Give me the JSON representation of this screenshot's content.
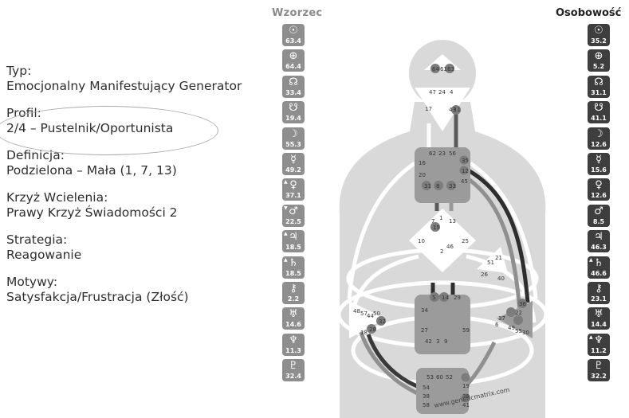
{
  "header": {
    "design_title": "Wzorzec",
    "personality_title": "Osobowość"
  },
  "info": [
    {
      "label": "Typ:",
      "value": "Emocjonalny Manifestujący Generator"
    },
    {
      "label": "Profil:",
      "value": "2/4 – Pustelnik/Oportunista"
    },
    {
      "label": "Definicja:",
      "value": "Podzielona – Mała (1, 7, 13)"
    },
    {
      "label": "Krzyż Wcielenia:",
      "value": "Prawy Krzyż Świadomości 2"
    },
    {
      "label": "Strategia:",
      "value": "Reagowanie"
    },
    {
      "label": "Motywy:",
      "value": "Satysfakcja/Frustracja (Złość)"
    }
  ],
  "design_planets": [
    {
      "planet": "sun",
      "symbol": "☉",
      "value": "63.4",
      "mark": ""
    },
    {
      "planet": "earth",
      "symbol": "⊕",
      "value": "64.4",
      "mark": ""
    },
    {
      "planet": "north-node",
      "symbol": "☊",
      "value": "33.4",
      "mark": ""
    },
    {
      "planet": "south-node",
      "symbol": "☋",
      "value": "19.4",
      "mark": ""
    },
    {
      "planet": "moon",
      "symbol": "☽",
      "value": "55.3",
      "mark": ""
    },
    {
      "planet": "mercury",
      "symbol": "☿",
      "value": "49.2",
      "mark": ""
    },
    {
      "planet": "venus",
      "symbol": "♀",
      "value": "37.1",
      "mark": "▲"
    },
    {
      "planet": "mars",
      "symbol": "♂",
      "value": "22.5",
      "mark": "▼"
    },
    {
      "planet": "jupiter",
      "symbol": "♃",
      "value": "18.5",
      "mark": "▲"
    },
    {
      "planet": "saturn",
      "symbol": "♄",
      "value": "18.5",
      "mark": "▲"
    },
    {
      "planet": "chiron",
      "symbol": "⚷",
      "value": "2.2",
      "mark": ""
    },
    {
      "planet": "uranus",
      "symbol": "♅",
      "value": "14.6",
      "mark": ""
    },
    {
      "planet": "neptune",
      "symbol": "♆",
      "value": "11.3",
      "mark": ""
    },
    {
      "planet": "pluto",
      "symbol": "♇",
      "value": "32.4",
      "mark": ""
    }
  ],
  "personality_planets": [
    {
      "planet": "sun",
      "symbol": "☉",
      "value": "35.2",
      "mark": ""
    },
    {
      "planet": "earth",
      "symbol": "⊕",
      "value": "5.2",
      "mark": ""
    },
    {
      "planet": "north-node",
      "symbol": "☊",
      "value": "31.1",
      "mark": ""
    },
    {
      "planet": "south-node",
      "symbol": "☋",
      "value": "41.1",
      "mark": ""
    },
    {
      "planet": "moon",
      "symbol": "☽",
      "value": "12.6",
      "mark": ""
    },
    {
      "planet": "mercury",
      "symbol": "☿",
      "value": "15.6",
      "mark": ""
    },
    {
      "planet": "venus",
      "symbol": "♀",
      "value": "12.6",
      "mark": ""
    },
    {
      "planet": "mars",
      "symbol": "♂",
      "value": "8.5",
      "mark": ""
    },
    {
      "planet": "jupiter",
      "symbol": "♃",
      "value": "46.3",
      "mark": ""
    },
    {
      "planet": "saturn",
      "symbol": "♄",
      "value": "46.6",
      "mark": "▲"
    },
    {
      "planet": "chiron",
      "symbol": "⚷",
      "value": "23.1",
      "mark": ""
    },
    {
      "planet": "uranus",
      "symbol": "♅",
      "value": "14.4",
      "mark": ""
    },
    {
      "planet": "neptune",
      "symbol": "♆",
      "value": "11.2",
      "mark": "▲"
    },
    {
      "planet": "pluto",
      "symbol": "♇",
      "value": "32.2",
      "mark": ""
    }
  ],
  "bodygraph": {
    "watermark": "www.geneticmatrix.com",
    "gates": {
      "head": [
        "64",
        "61",
        "63"
      ],
      "ajna": [
        "47",
        "24",
        "4",
        "17",
        "43",
        "11"
      ],
      "throat": [
        "62",
        "23",
        "56",
        "16",
        "35",
        "20",
        "12",
        "45",
        "31",
        "8",
        "33"
      ],
      "g": [
        "7",
        "1",
        "13",
        "10",
        "25",
        "15",
        "2",
        "46"
      ],
      "heart": [
        "21",
        "51",
        "26",
        "40"
      ],
      "sacral": [
        "5",
        "14",
        "29",
        "34",
        "27",
        "42",
        "3",
        "9",
        "59"
      ],
      "spleen": [
        "48",
        "57",
        "44",
        "50",
        "32",
        "28",
        "18"
      ],
      "solar": [
        "36",
        "22",
        "37",
        "6",
        "49",
        "55",
        "30"
      ],
      "root": [
        "53",
        "60",
        "52",
        "54",
        "19",
        "38",
        "39",
        "58",
        "41"
      ]
    }
  }
}
